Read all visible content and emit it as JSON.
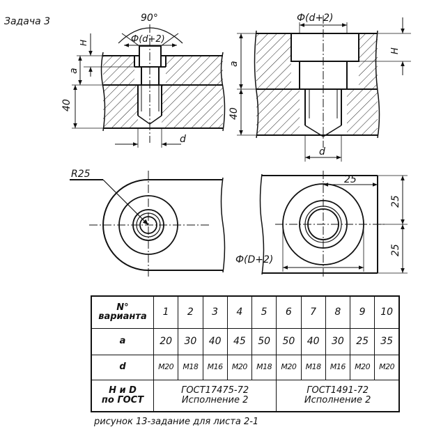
{
  "labels": {
    "task": "Задача 3",
    "angle": "90°",
    "dim_counter_left": "Ф(d+2)",
    "dim_h_left": "H",
    "dim_a_left": "a",
    "dim_40_left": "40",
    "dim_d_left": "d",
    "dim_counter_right": "Ф(d+2)",
    "dim_h_right": "H",
    "dim_a_right": "a",
    "dim_40_right": "40",
    "dim_d_right": "d",
    "radius": "R25",
    "dim_25_top": "25",
    "dim_25_v1": "25",
    "dim_25_v2": "25",
    "dim_D2": "Ф(D+2)"
  },
  "table": {
    "header_label": [
      "N°",
      "варианта"
    ],
    "variants": [
      "1",
      "2",
      "3",
      "4",
      "5",
      "6",
      "7",
      "8",
      "9",
      "10"
    ],
    "a_label": "a",
    "a_values": [
      "20",
      "30",
      "40",
      "45",
      "50",
      "50",
      "40",
      "30",
      "25",
      "35"
    ],
    "d_label": "d",
    "d_values": [
      "M20",
      "M18",
      "M16",
      "M20",
      "M18",
      "M20",
      "M18",
      "M16",
      "M20",
      "M20"
    ],
    "std_label": [
      "H и D",
      "по ГОСТ"
    ],
    "std_left": [
      "ГОСТ17475-72",
      "Исполнение 2"
    ],
    "std_right": [
      "ГОСТ1491-72",
      "Исполнение 2"
    ]
  },
  "caption": "рисунок 13-задание для листа 2-1"
}
